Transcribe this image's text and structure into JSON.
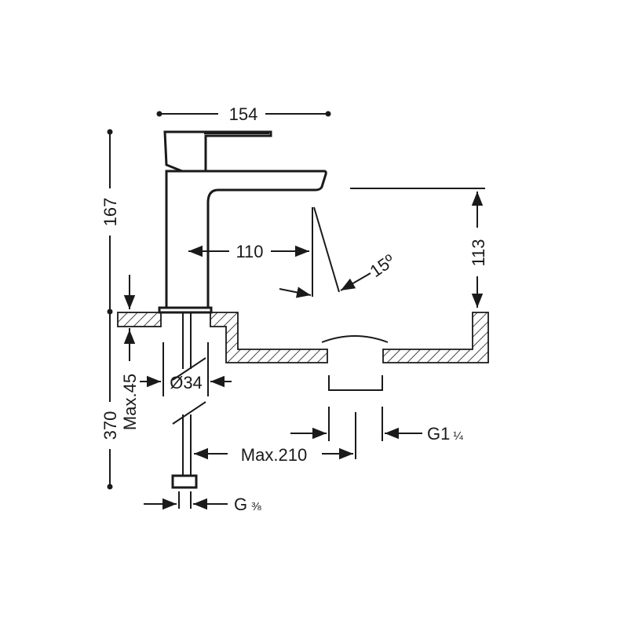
{
  "dimensions": {
    "width_top": "154",
    "height_total": "167",
    "spout_reach": "110",
    "spout_height": "113",
    "angle": "15º",
    "below_total": "370",
    "max_thickness": "Max.45",
    "hole_diameter": "Ø34",
    "max_hose": "Max.210",
    "drain_thread_prefix": "G1",
    "drain_thread_frac": "¼",
    "supply_thread_prefix": "G",
    "supply_thread_frac": "⅜"
  },
  "colors": {
    "line": "#1a1a1a",
    "background": "#ffffff"
  }
}
